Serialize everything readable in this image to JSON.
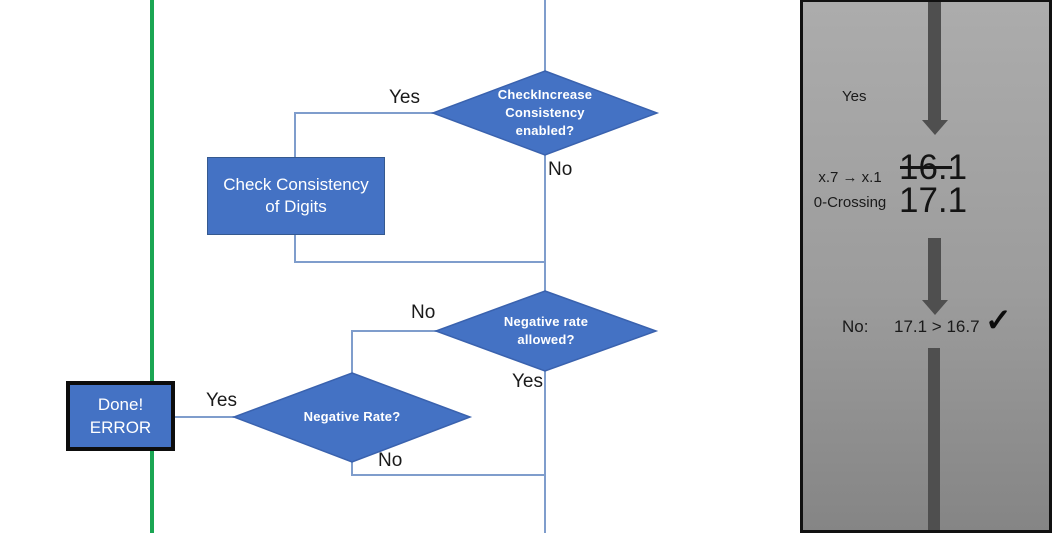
{
  "colors": {
    "shape_blue": "#4472c4",
    "connector_blue": "#7f9dcc",
    "green_line": "#1aa653",
    "panel_arrow_gray": "#4f4f4f"
  },
  "flowchart": {
    "decision_check_increase": "CheckIncrease Consistency enabled?",
    "process_check_consistency": "Check Consistency of Digits",
    "decision_negative_allowed": "Negative rate allowed?",
    "decision_negative_rate": "Negative Rate?",
    "done_line1": "Done!",
    "done_line2": "ERROR",
    "labels": {
      "check_increase_yes": "Yes",
      "check_increase_no": "No",
      "negative_allowed_no": "No",
      "negative_allowed_yes": "Yes",
      "negative_rate_yes": "Yes",
      "negative_rate_no": "No"
    }
  },
  "panel": {
    "yes_label": "Yes",
    "case_rule": "x.7 → x.1",
    "case_name": "0-Crossing",
    "value_old": "16.1",
    "value_new": "17.1",
    "result_label": "No:",
    "result_comparison": "17.1 > 16.7",
    "check_icon": "✓"
  }
}
